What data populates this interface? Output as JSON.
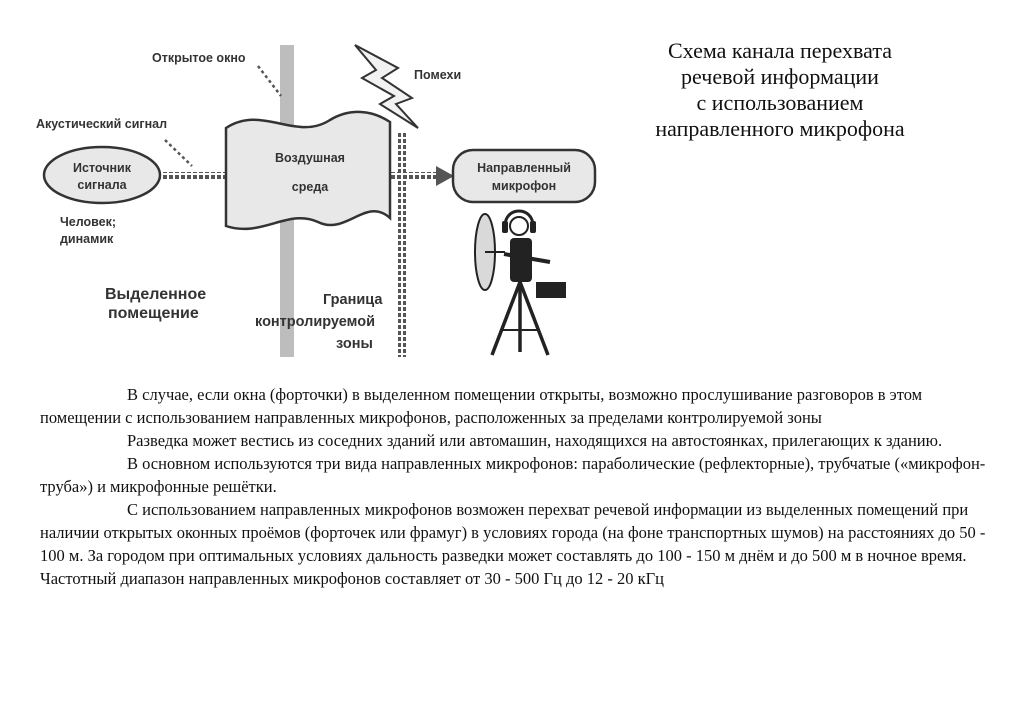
{
  "diagram": {
    "labels": {
      "open_window": "Открытое окно",
      "acoustic_signal": "Акустический сигнал",
      "interference": "Помехи",
      "source": [
        "Источник",
        "сигнала"
      ],
      "medium": [
        "Воздушная",
        "среда"
      ],
      "microphone": [
        "Направленный",
        "микрофон"
      ],
      "person": [
        "Человек;",
        "динамик"
      ],
      "room": [
        "Выделенное",
        "помещение"
      ],
      "boundary": [
        "Граница",
        "контролируемой",
        "зоны"
      ]
    },
    "colors": {
      "ink": "#333333",
      "shape_fill": "#e8e8e8",
      "dots": "#555555"
    }
  },
  "title": {
    "lines": [
      "Схема канала перехвата",
      "речевой информации",
      "с использованием",
      "направленного микрофона"
    ]
  },
  "body": {
    "paragraphs": [
      "В случае, если окна (форточки) в выделенном помещении открыты, возможно прослушивание разговоров в этом помещении с использованием направленных микрофонов, расположенных за пределами контролируемой зоны",
      "Разведка может вестись из соседних зданий или автомашин, находящихся на автостоянках, прилегающих к зданию.",
      "В основном используются три вида направленных микрофонов: параболические (рефлекторные), трубчатые («микрофон-труба») и микрофонные решётки.",
      "С использованием направленных микрофонов возможен перехват речевой информации из выделенных помещений при наличии открытых оконных проёмов (форточек или фрамуг) в условиях города (на фоне транспортных шумов) на расстояниях до 50 - 100 м. За городом при оптимальных условиях дальность разведки может составлять до 100 - 150 м днём и до 500 м в ночное время. Частотный диапазон направленных микрофонов составляет от 30 - 500 Гц до 12 - 20 кГц"
    ]
  }
}
